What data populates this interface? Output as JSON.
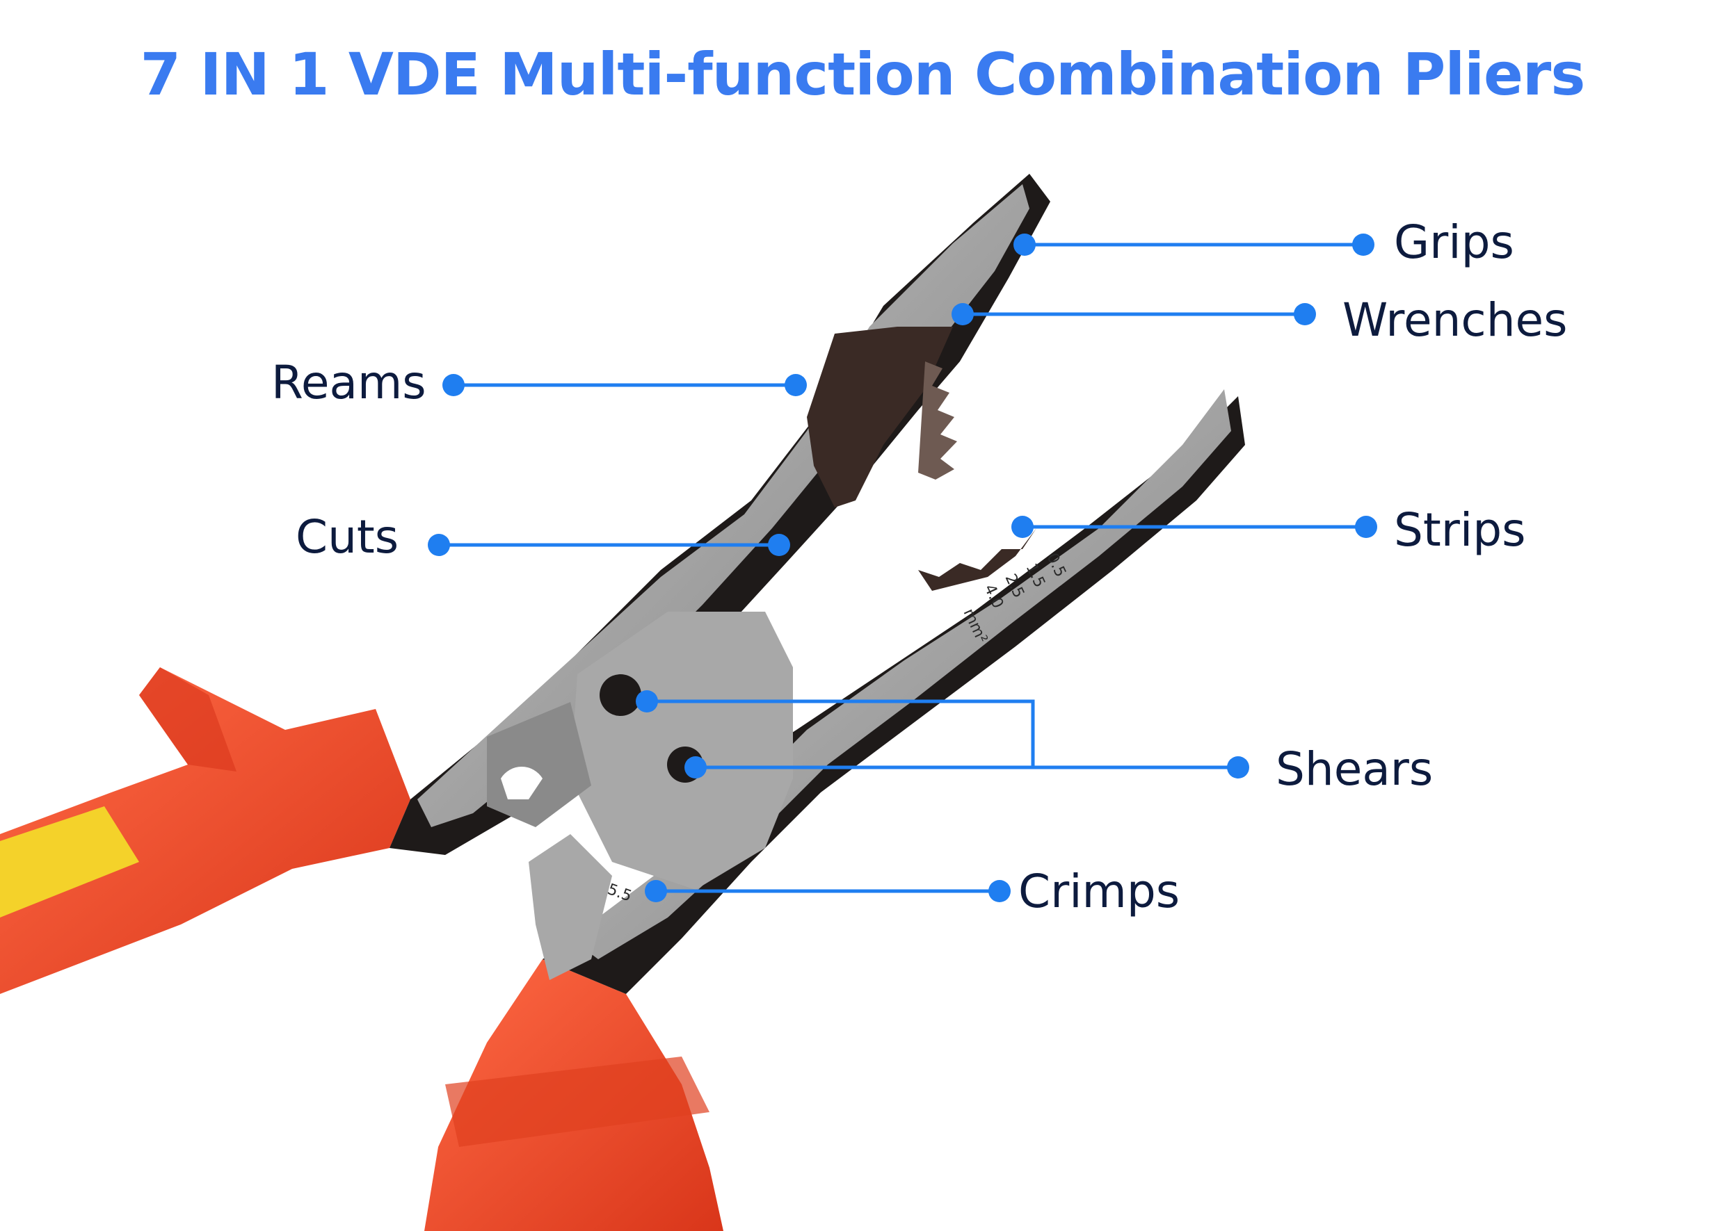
{
  "title": "7 IN 1 VDE Multi-function Combination Pliers",
  "colors": {
    "title": "#3a7bf0",
    "label_text": "#0d1b3e",
    "callout_line": "#1f7ef0",
    "handle_red": "#ef4a2a",
    "handle_yellow": "#f4d22a",
    "steel": "#9b9b9b",
    "black_coat": "#1e1a19"
  },
  "callouts": {
    "grips": "Grips",
    "wrenches": "Wrenches",
    "reams": "Reams",
    "cuts": "Cuts",
    "strips": "Strips",
    "shears": "Shears",
    "crimps": "Crimps"
  },
  "engravings": {
    "strip_sizes": [
      "0.5",
      "1.5",
      "2.5",
      "4.0"
    ],
    "strip_unit": "mm²",
    "crimp_size": "5.5"
  }
}
